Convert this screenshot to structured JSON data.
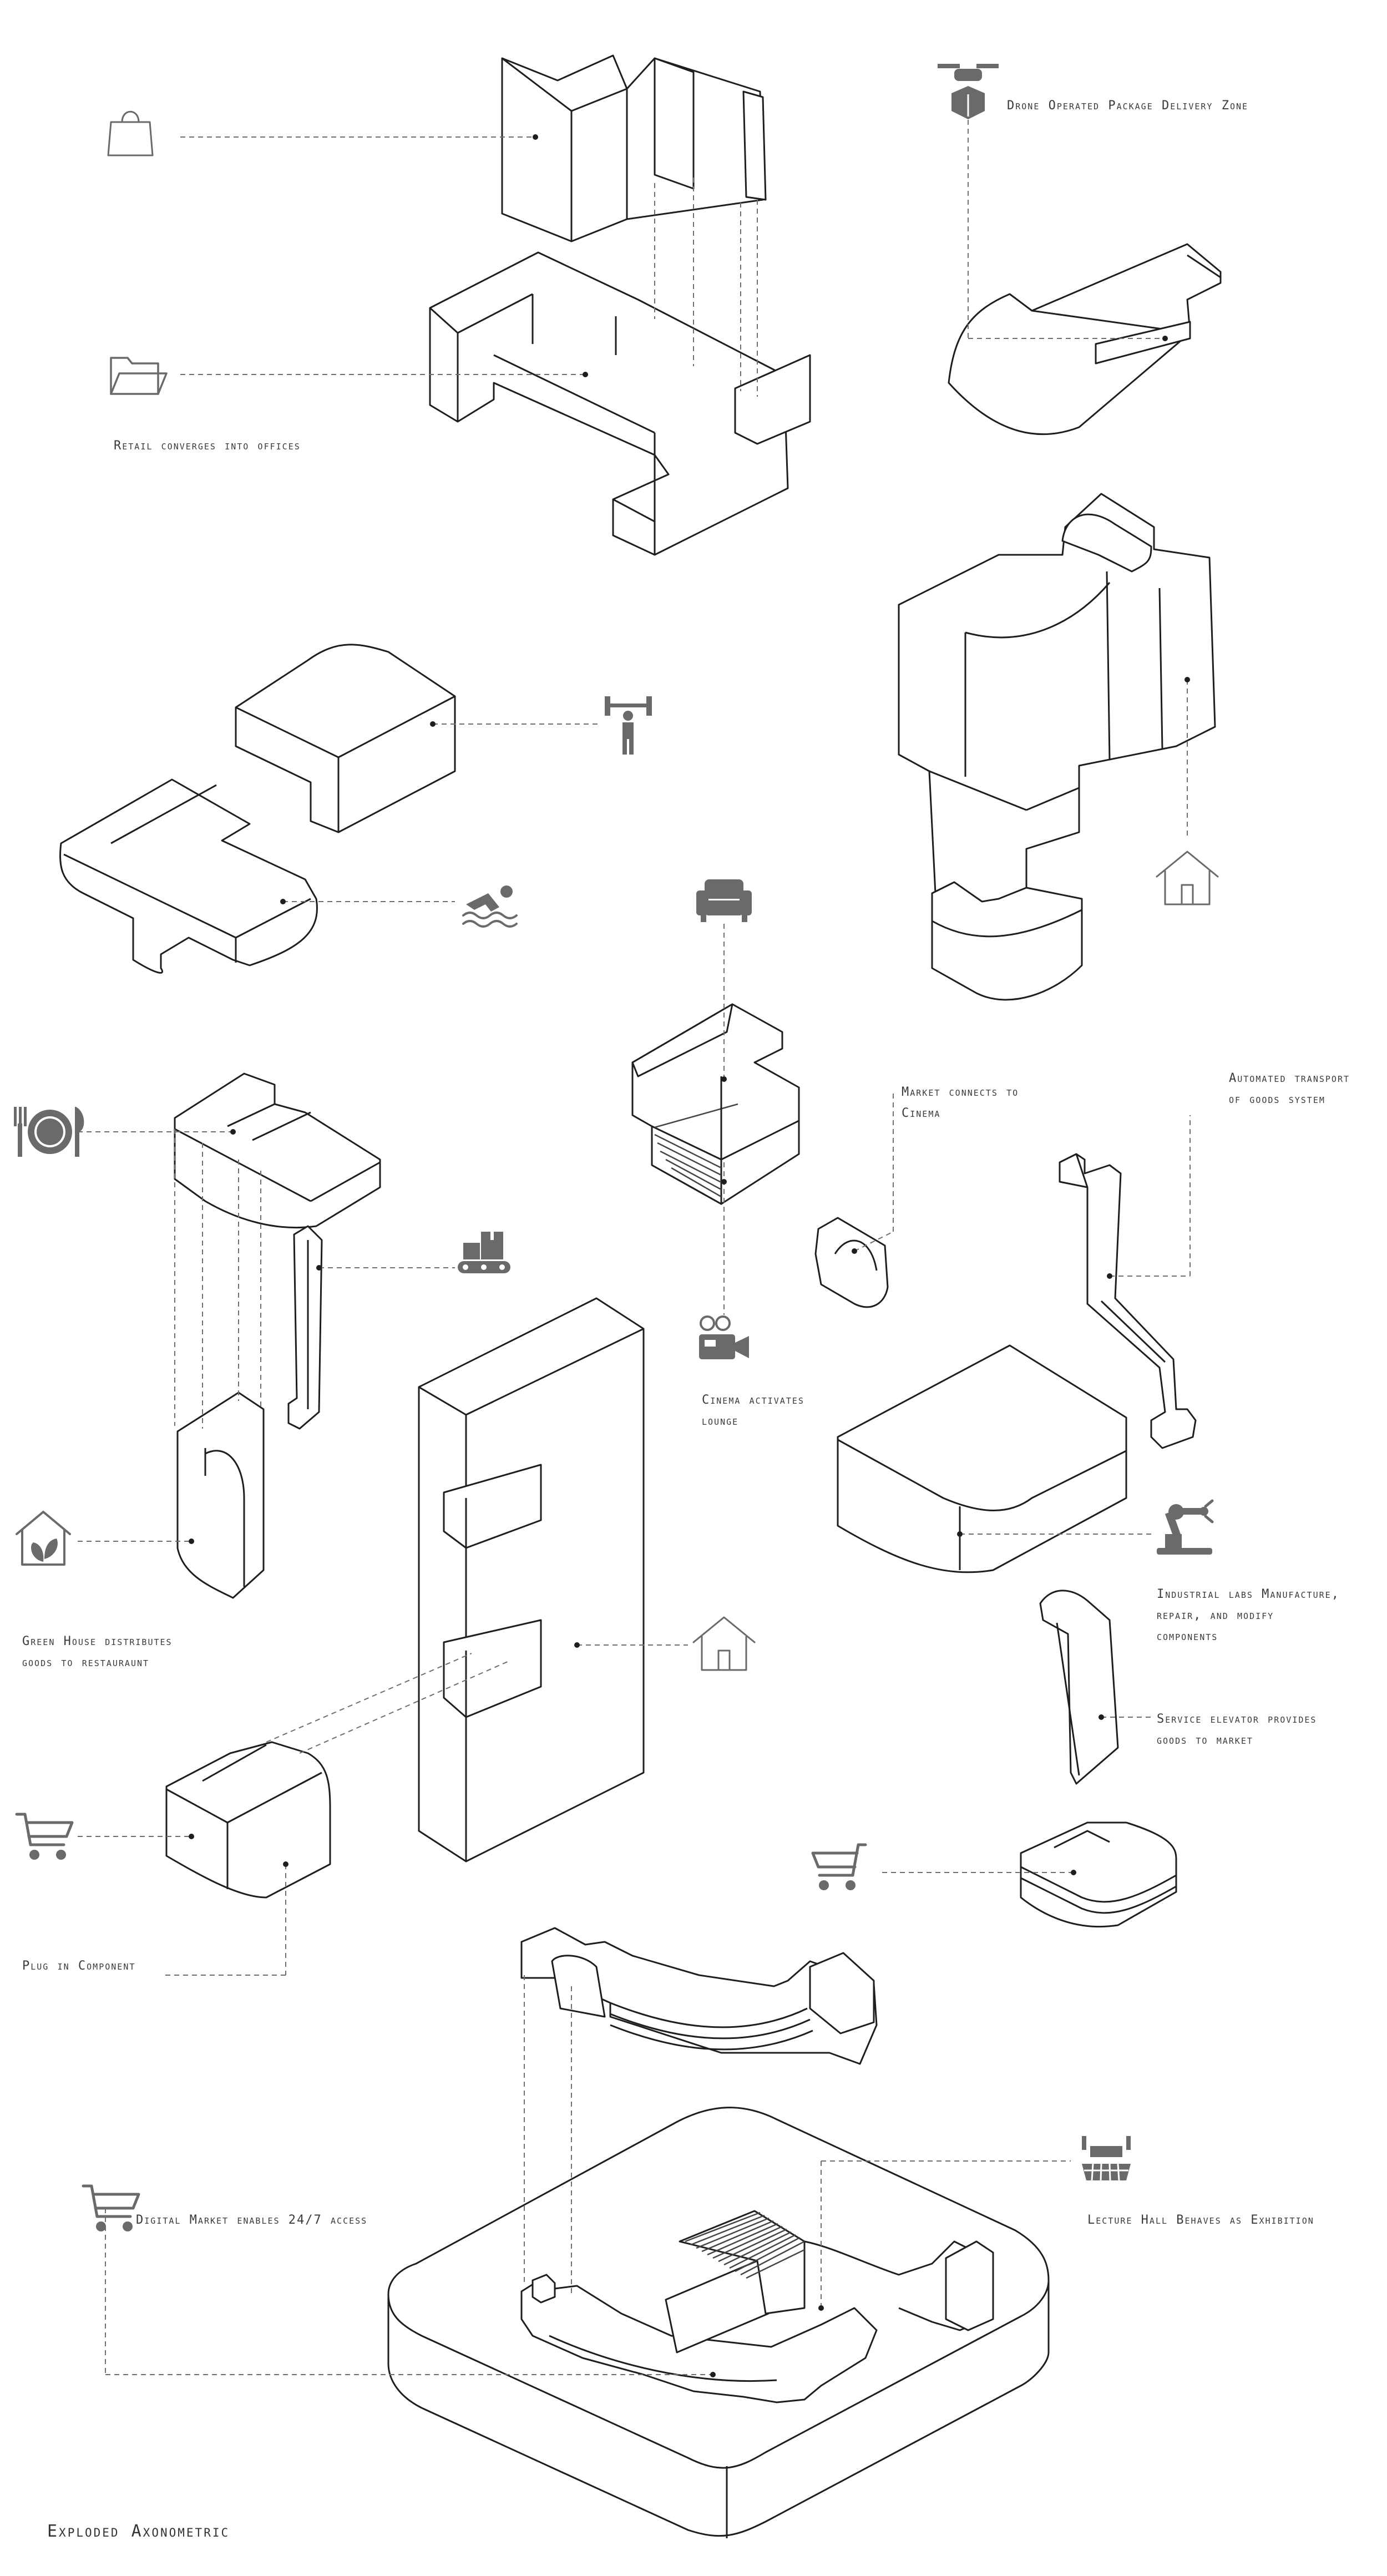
{
  "title": "Exploded Axonometric",
  "annotations": {
    "drone": "Drone Operated Package Delivery Zone",
    "retail": "Retail converges into offices",
    "market_cinema": "Market connects to\nCinema",
    "automated": "Automated transport\nof goods system",
    "cinema_lounge": "Cinema activates\nlounge",
    "industrial": "Industrial labs Manufacture,\nrepair, and modify\ncomponents",
    "greenhouse": "Green House distributes\ngoods to restauraunt",
    "service": "Service elevator provides\ngoods to market",
    "plugin": "Plug in Component",
    "digital": "Digital Market enables 24/7 access",
    "lecture": "Lecture Hall Behaves as Exhibition"
  },
  "icons": [
    "shopping-bag-icon",
    "folder-icon",
    "drone-package-icon",
    "dumbbell-person-icon",
    "swimmer-icon",
    "armchair-icon",
    "house-icon",
    "plate-cutlery-icon",
    "conveyor-box-icon",
    "movie-camera-icon",
    "robot-arm-icon",
    "greenhouse-leaf-icon",
    "shopping-cart-icon",
    "lecture-podium-icon"
  ],
  "colors": {
    "line": "#1e1e1e",
    "leader": "#6e6e6e",
    "icon": "#6a6a6a",
    "text": "#3a3a3a"
  }
}
